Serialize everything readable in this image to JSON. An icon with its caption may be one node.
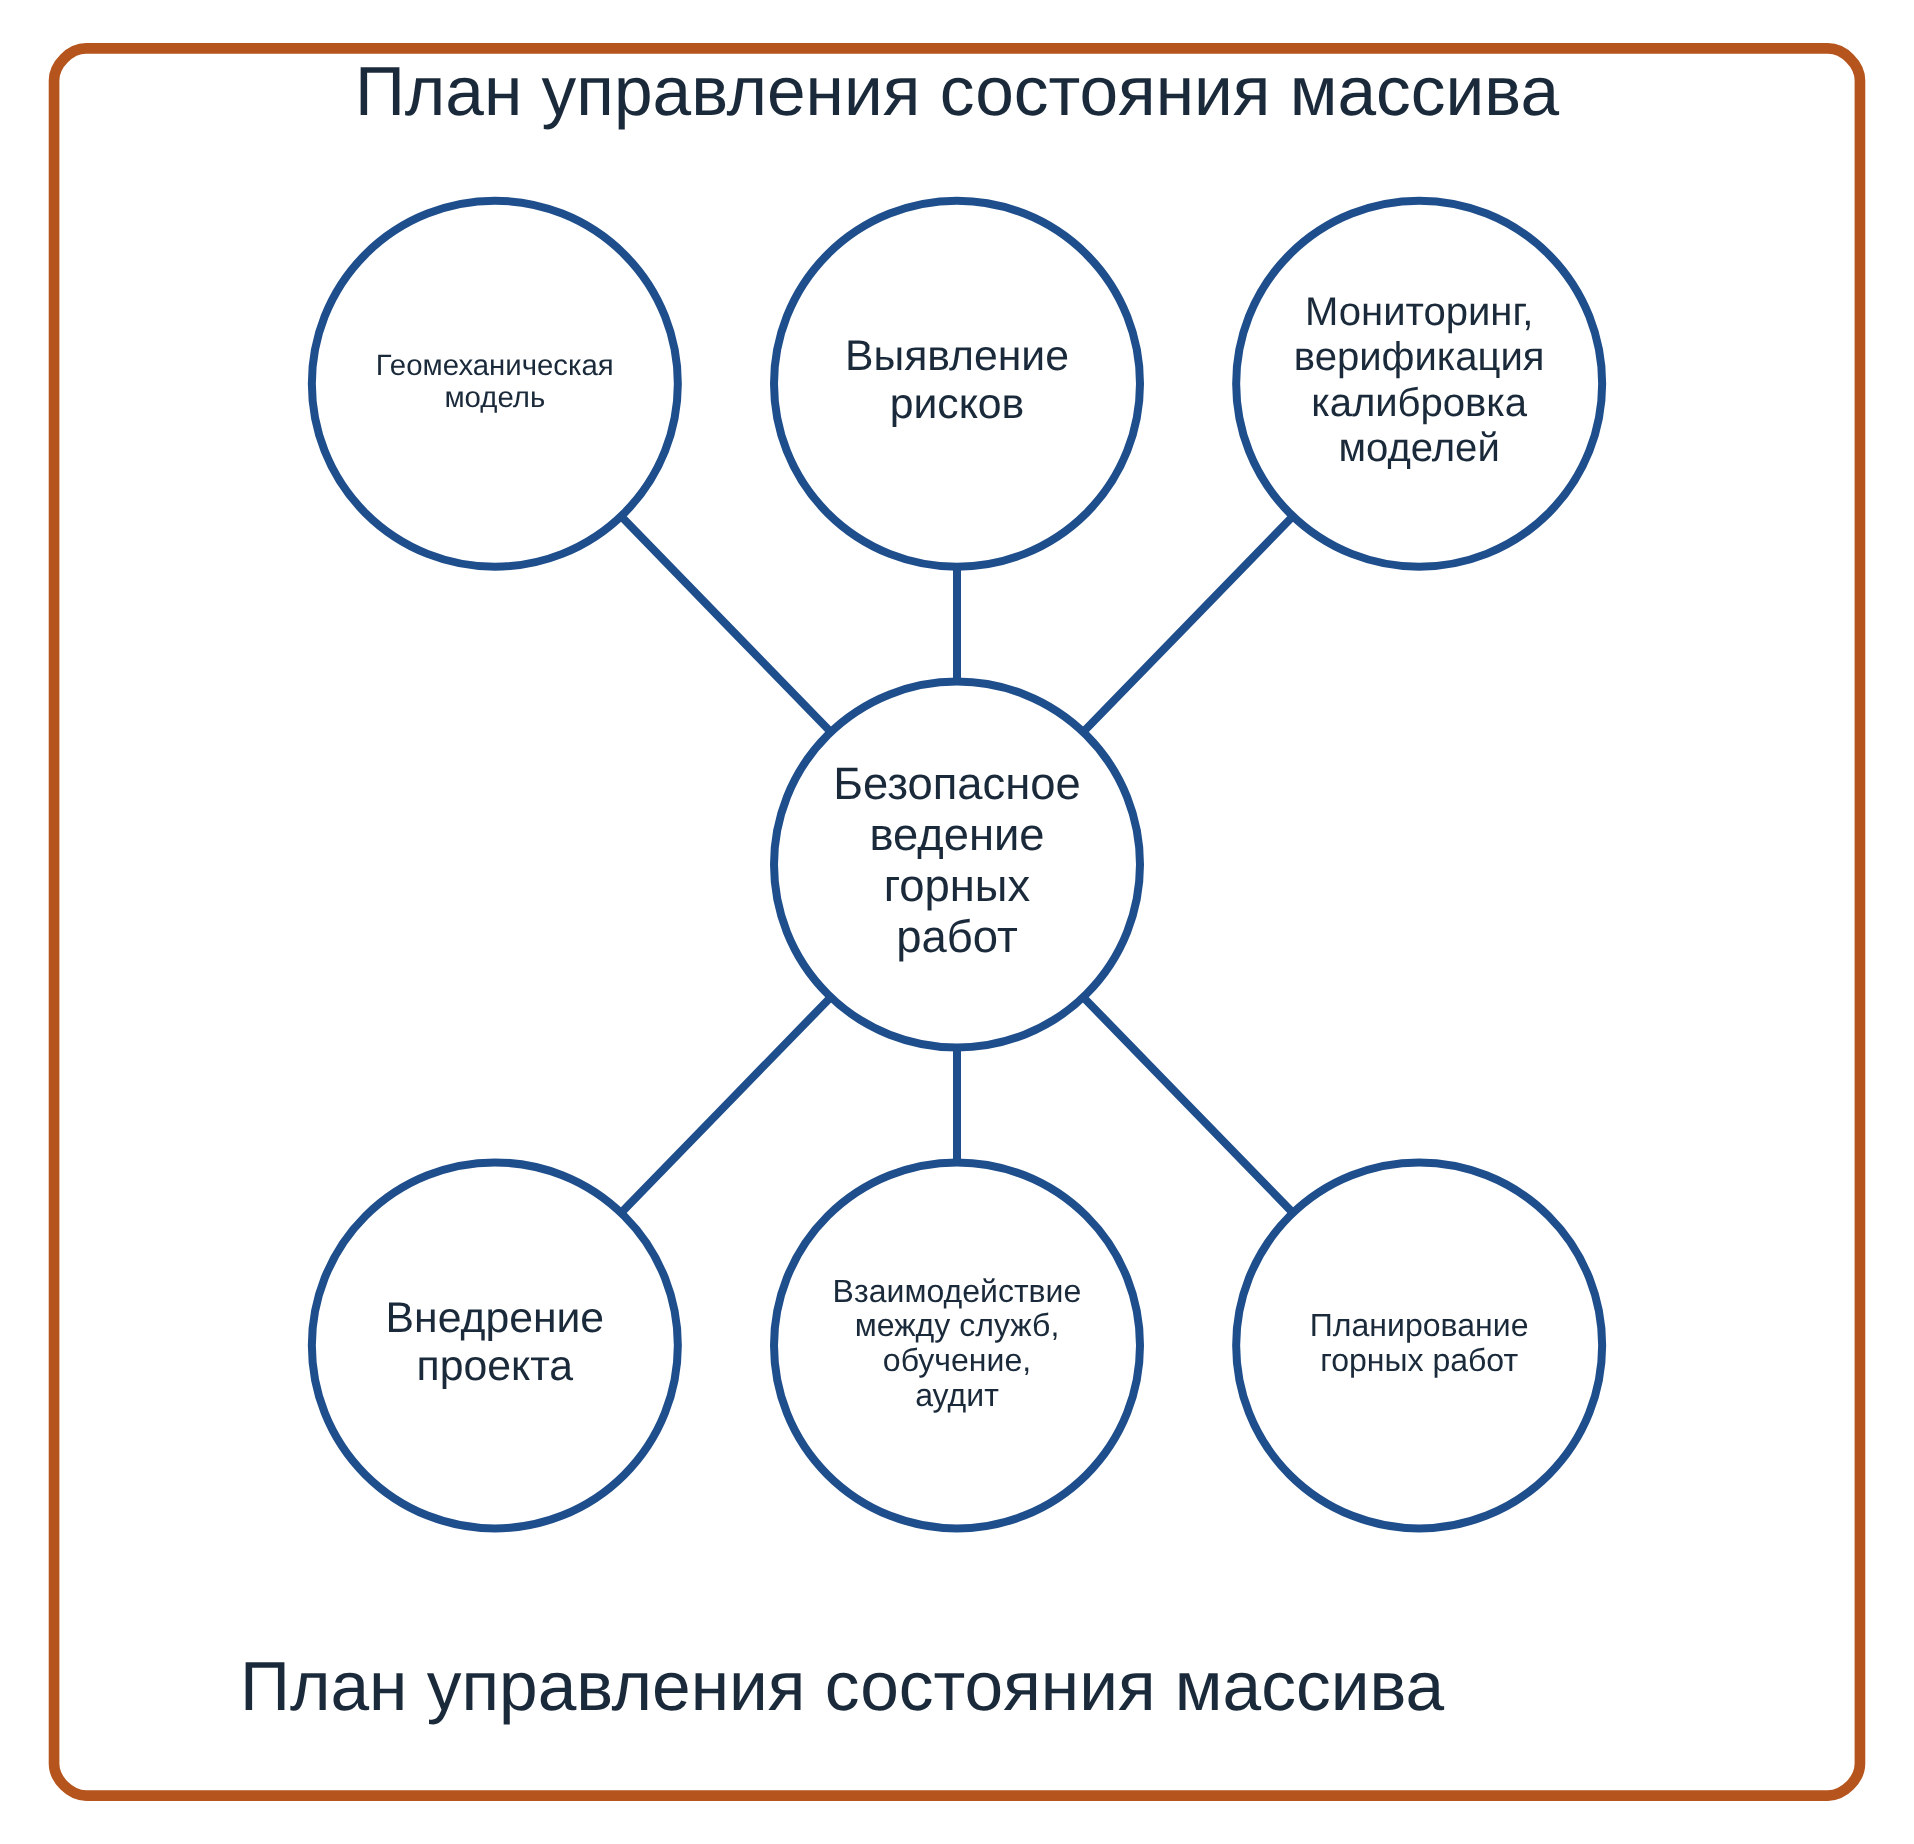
{
  "diagram": {
    "nodes": [
      {
        "text": [
          "План управления состояния массива",
          "План управления состояния массива"
        ]
      },
      {
        "text": [
          "Выявление рисков"
        ],
        "in": 0
      },
      {
        "text": [
          "Мониторинг, верификация калибровка моделей"
        ],
        "in": 0
      },
      {
        "text": [
          "Геомеханическая модель"
        ],
        "in": 0
      },
      {
        "text": [
          "Безопасное ведение горных работ"
        ],
        "in": 0
      },
      {
        "text": [
          "Внедрение проекта"
        ],
        "in": 0
      },
      {
        "text": [
          "Планирование горных работ"
        ],
        "in": 0
      },
      {
        "text": [
          "Взаимодействие между служб, обучение, аудит"
        ],
        "in": 0
      }
    ],
    "edges": [
      {
        "from": 2,
        "to": 4,
        "arrow": "none"
      },
      {
        "from": 1,
        "to": 4,
        "arrow": "none"
      },
      {
        "from": 3,
        "to": 4,
        "arrow": "none"
      },
      {
        "from": 4,
        "to": 5,
        "arrow": "none"
      },
      {
        "from": 4,
        "to": 7,
        "arrow": "none"
      },
      {
        "from": 4,
        "to": 6,
        "arrow": "none"
      }
    ]
  }
}
